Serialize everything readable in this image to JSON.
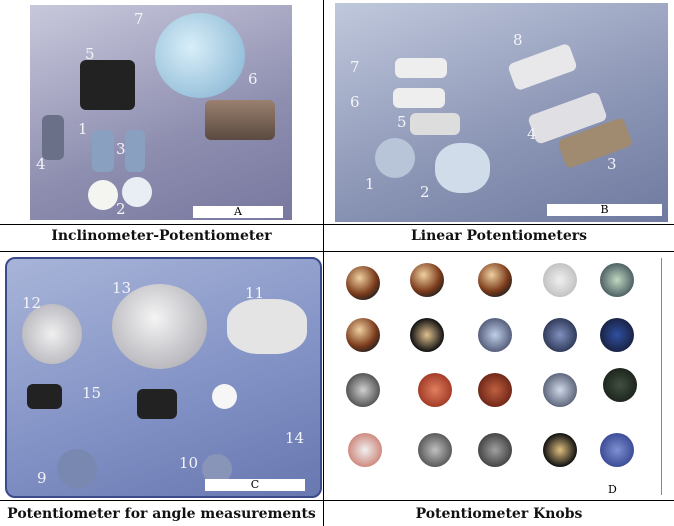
{
  "panels": [
    {
      "tag": "A",
      "caption": "Inclinometer-Potentiometer",
      "numbers": [
        "7",
        "5",
        "6",
        "4",
        "3",
        "1",
        "2"
      ]
    },
    {
      "tag": "B",
      "caption": "Linear Potentiometers",
      "numbers": [
        "8",
        "7",
        "6",
        "5",
        "4",
        "1",
        "2",
        "3"
      ]
    },
    {
      "tag": "C",
      "caption": "Potentiometer for angle measurements",
      "numbers": [
        "12",
        "13",
        "11",
        "15",
        "9",
        "10",
        "14"
      ]
    },
    {
      "tag": "D",
      "caption": "Potentiometer Knobs"
    }
  ]
}
